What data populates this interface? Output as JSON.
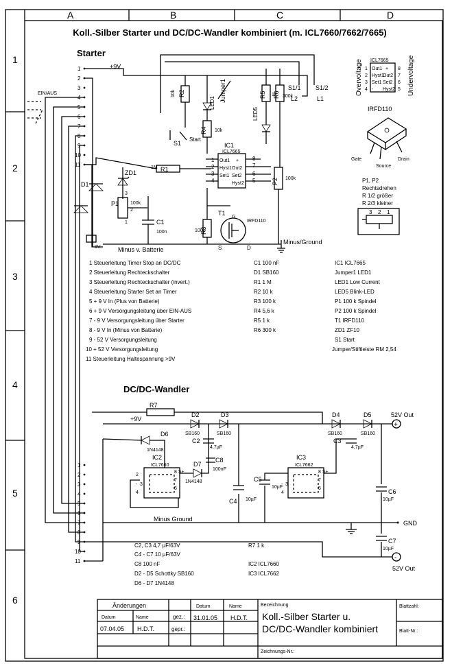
{
  "title": "Koll.-Silber Starter und DC/DC-Wandler kombiniert (m. ICL7660/7662/7665)",
  "columns": [
    "A",
    "B",
    "C",
    "D"
  ],
  "rows": [
    "1",
    "2",
    "3",
    "4",
    "5",
    "6"
  ],
  "starter": {
    "heading": "Starter",
    "plus9v": "+9V",
    "einaus": "EIN/AUS",
    "minus_batt": "Minus v. Batterie",
    "minus_ground": "Minus/Ground",
    "start": "Start",
    "jumper": "Jumper1",
    "l1": "L1",
    "l2": "L2",
    "s11": "S1/1",
    "s12": "S1/2",
    "overvoltage": "Overvoltage",
    "undervoltage": "Undervoltage",
    "irfd": "IRFD110",
    "gate": "Gate",
    "source": "Source",
    "drain": "Drain",
    "pot_note": [
      "P1, P2",
      "Rechtsdrehen",
      "R 1/2 größer",
      "R 2/3 kleiner"
    ],
    "pins": [
      "1",
      "2",
      "3",
      "4",
      "5",
      "6",
      "7",
      "8",
      "9",
      "10",
      "11"
    ]
  },
  "legend": [
    "1  Steuerleitung Timer Stop an DC/DC",
    "2  Steuerleitung Rechteckschalter",
    "3  Steuerleitung Rechteckschalter (invert.)",
    "4  Steuerleitung Starter Set an Timer",
    "5  + 9 V In (Plus von Batterie)",
    "6  + 9 V Versorgungsleitung über EIN-AUS",
    "7  - 9 V Versorgungsleitung über Starter",
    "8  - 9 V In (Minus von Batterie)",
    "9  - 52 V Versorgungsleitung",
    "10  + 52 V Versorgungsleitung",
    "11  Steuerleitung Haltespannung >9V"
  ],
  "parts1": [
    "C1  100 nF",
    "D1  SB160",
    "R1  1 M",
    "R2  10 k",
    "R3  100 k",
    "R4  5,6 k",
    "R5  1 k",
    "R6  300 k"
  ],
  "parts2": [
    "IC1  ICL7665",
    "Jumper1  LED1",
    "LED1  Low Current",
    "LED5  Blink-LED",
    "P1  100 k Spindel",
    "P2  100 k Spindel",
    "T1  IRFD110",
    "ZD1  ZF10",
    "S1  Start",
    "Jumper/Stiftleiste RM 2,54"
  ],
  "dcdc": {
    "heading": "DC/DC-Wandler",
    "plus9v": "+9V",
    "r7": "R7",
    "out_pos": "52V Out",
    "out_neg": "52V Out",
    "gnd": "GND",
    "minus_ground": "Minus Ground",
    "ic2": "IC2",
    "ic2_type": "ICL7660",
    "ic3": "IC3",
    "ic3_type": "ICL7662",
    "parts_left": [
      "C2, C3  4,7 µF/63V",
      "C4 - C7  10 µF/63V",
      "C8  100 nF",
      "D2 - D5  Schottky SB160",
      "D6 - D7  1N4148"
    ],
    "parts_right": [
      "R7  1 k",
      "IC2  ICL7660",
      "IC3  ICL7662"
    ]
  },
  "titleblock": {
    "changes": "Änderungen",
    "datum_h": "Datum",
    "name_h": "Name",
    "change_date": "07.04.05",
    "change_name": "H.D.T.",
    "gez": "gez.:",
    "gepr": "gepr.:",
    "gez_date": "31.01.05",
    "gez_name": "H.D.T.",
    "bezeichnung": "Bezeichnung",
    "desc1": "Koll.-Silber Starter u.",
    "desc2": "DC/DC-Wandler kombiniert",
    "zeichnungsnr": "Zeichnungs-Nr.:",
    "blattzahl": "Blattzahl:",
    "blattnr": "Blatt-Nr.:"
  }
}
